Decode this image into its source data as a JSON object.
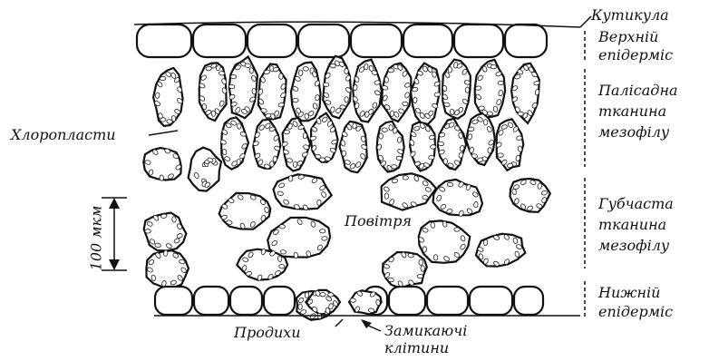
{
  "labels": {
    "cuticle": "Кутикула",
    "upper_epidermis": [
      "Верхній",
      "епідерміс"
    ],
    "palisade": [
      "Палісадна",
      "тканина",
      "мезофілу"
    ],
    "spongy": [
      "Губчаста",
      "тканина",
      "мезофілу"
    ],
    "lower_epidermis": [
      "Нижній",
      "епідерміс"
    ],
    "chloroplasts": "Хлоропласти",
    "air": "Повітря",
    "stomata": "Продихи",
    "guard_cells": [
      "Замикаючі",
      "клітини"
    ],
    "scale": "100 мкм"
  }
}
